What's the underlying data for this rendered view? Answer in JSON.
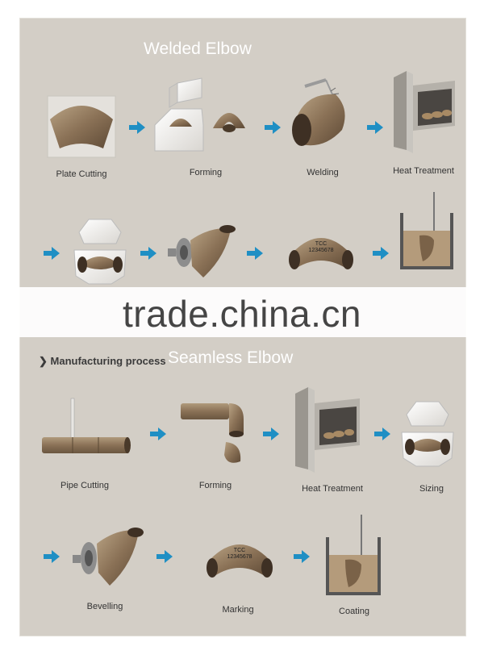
{
  "watermark": "trade.china.cn",
  "welded": {
    "title": "Welded Elbow",
    "steps": [
      "Plate Cutting",
      "Forming",
      "Welding",
      "Heat Treatment"
    ]
  },
  "seamless": {
    "section_label": "Manufacturing process",
    "title": "Seamless Elbow",
    "steps": [
      "Pipe Cutting",
      "Forming",
      "Heat Treatment",
      "Sizing",
      "Bevelling",
      "Marking",
      "Coating"
    ]
  },
  "marking_text": {
    "line1": "TCC",
    "line2": "12345678"
  },
  "colors": {
    "background": "#d3cec6",
    "metal": "#8a7156",
    "arrow": "#1f8fc4",
    "title": "#ffffff"
  }
}
